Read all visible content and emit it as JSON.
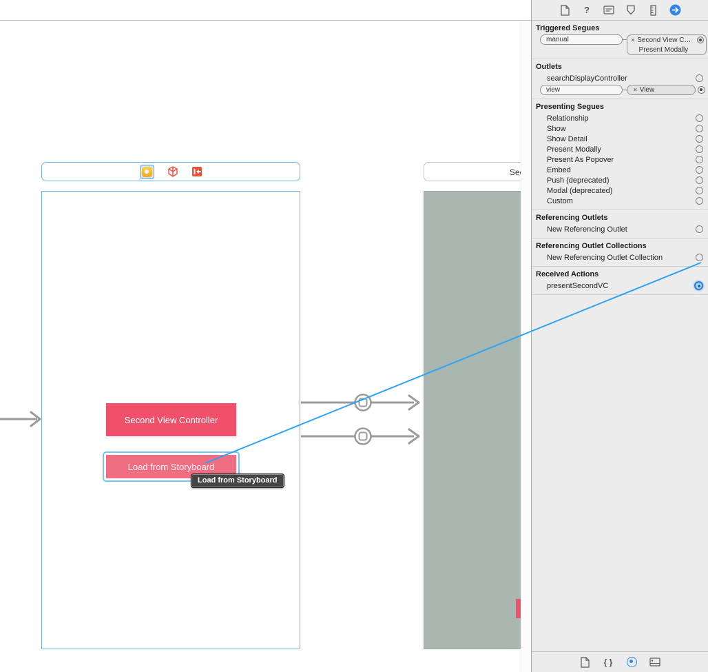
{
  "colors": {
    "accent_blue": "#31a3f7",
    "selection_blue": "#7cc2f5",
    "button_pink": "#f0506a",
    "scene2_background": "#a9b7b0",
    "icon_red": "#e8503a",
    "icon_yellow": "#f5a71f",
    "inspector_background": "#ececec"
  },
  "icon_glyphs": {
    "help": "?",
    "snippet": "{ }"
  },
  "canvas": {
    "scene1": {
      "buttons": {
        "second_vc": "Second View Controller",
        "load_storyboard": "Load from Storyboard"
      },
      "tooltip": "Load from Storyboard"
    },
    "scene2": {
      "title": "Sec"
    }
  },
  "inspector": {
    "toolbar_icons": [
      "file-inspector",
      "quick-help-inspector",
      "identity-inspector",
      "attributes-inspector",
      "size-inspector",
      "connections-inspector"
    ],
    "triggered_segues": {
      "title": "Triggered Segues",
      "source_label": "manual",
      "target_label": "Second View C…",
      "target_detail": "Present Modally"
    },
    "outlets": {
      "title": "Outlets",
      "rows": [
        {
          "label": "searchDisplayController"
        },
        {
          "label": "view",
          "target": "View"
        }
      ]
    },
    "presenting_segues": {
      "title": "Presenting Segues",
      "rows": [
        "Relationship",
        "Show",
        "Show Detail",
        "Present Modally",
        "Present As Popover",
        "Embed",
        "Push (deprecated)",
        "Modal (deprecated)",
        "Custom"
      ]
    },
    "referencing_outlets": {
      "title": "Referencing Outlets",
      "rows": [
        "New Referencing Outlet"
      ]
    },
    "referencing_outlet_collections": {
      "title": "Referencing Outlet Collections",
      "rows": [
        "New Referencing Outlet Collection"
      ]
    },
    "received_actions": {
      "title": "Received Actions",
      "rows": [
        "presentSecondVC"
      ]
    },
    "bottom_toolbar_icons": [
      "file-template-library",
      "code-snippet-library",
      "object-library",
      "media-library"
    ]
  }
}
